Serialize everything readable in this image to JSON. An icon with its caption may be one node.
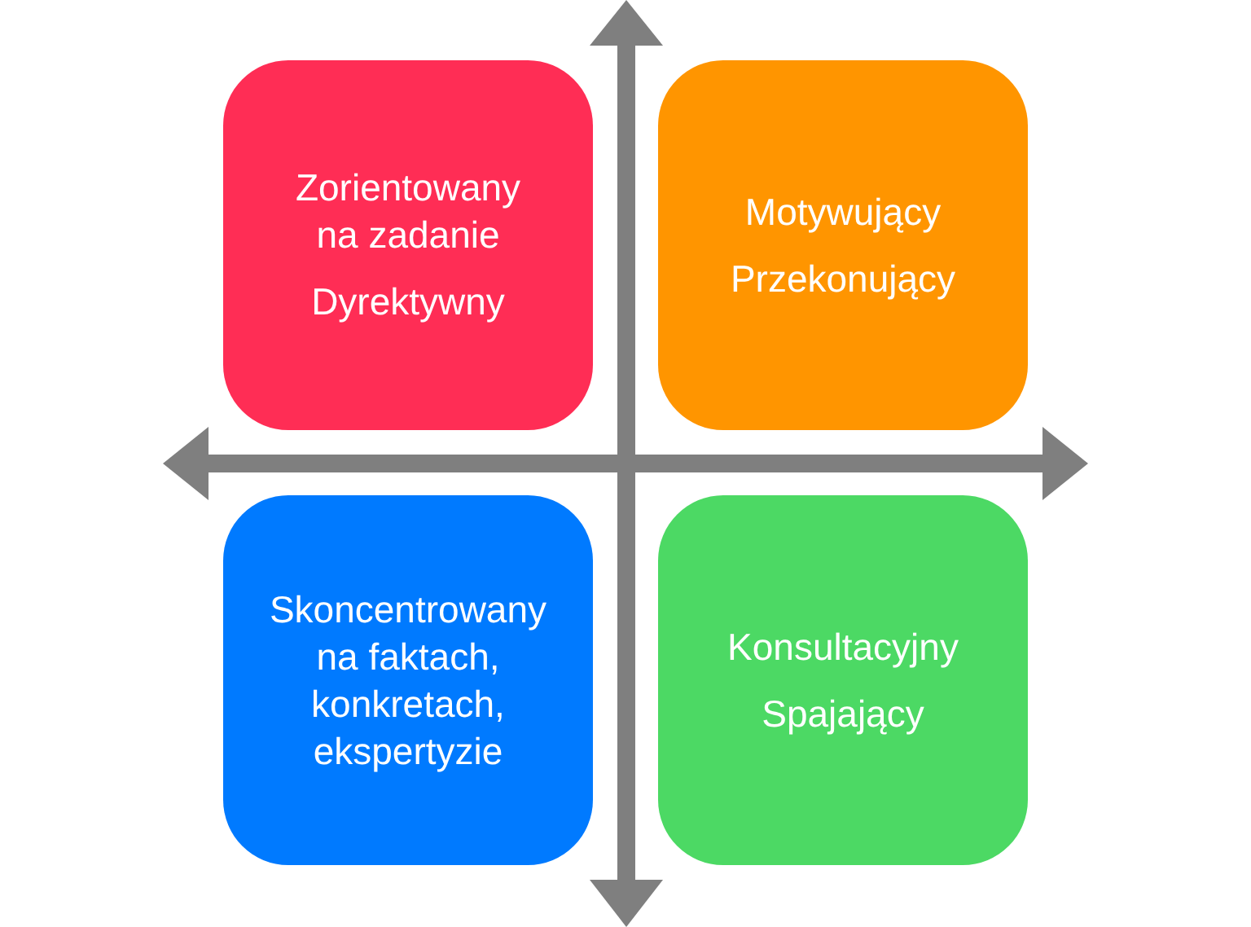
{
  "diagram": {
    "nodes": [
      {
        "text": [
          "Zorientowany na zadanie",
          "Dyrektywny"
        ]
      },
      {
        "text": [
          "Motywujący",
          "Przekonujący"
        ]
      },
      {
        "text": [
          "Skoncentrowany na faktach, konkretach, ekspertyzie"
        ]
      },
      {
        "text": [
          "Konsultacyjny",
          "Spajający"
        ]
      }
    ]
  }
}
